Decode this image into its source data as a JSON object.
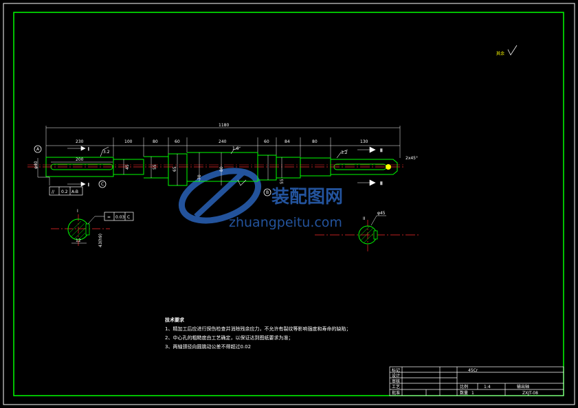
{
  "drawing": {
    "surface_finish_note": "其余",
    "overall_length": "1180",
    "section_labels": {
      "a": "I",
      "b": "II"
    },
    "dimensions": {
      "d_left": "230",
      "d_keyway": "200",
      "d_100": "100",
      "d_80a": "80",
      "d_60": "60",
      "d_mid": "240",
      "d_60b": "60",
      "d_84": "84",
      "d_80b": "80",
      "d_right": "130",
      "v_left": "φ40",
      "v_45": "45",
      "v_55": "55",
      "v_65": "65",
      "v_70": "70",
      "v_80": "80",
      "v_55b": "55",
      "chamfer": "2x45°",
      "roughness_a": "3.2",
      "roughness_b": "1.6",
      "roughness_c": "3.2",
      "section_a_width": "12",
      "section_a_depth": "43(h9)",
      "section_b_dia": "φ45"
    },
    "datum": {
      "a": "A",
      "b": "B",
      "c": "C"
    },
    "tolerance_frames": {
      "runout": {
        "symbol": "//",
        "value": "0.2",
        "datum": "A-B"
      },
      "symmetry": {
        "symbol": "=",
        "value": "0.03",
        "datum": "C"
      }
    }
  },
  "notes": {
    "title": "技术要求",
    "items": [
      "1、精加工后应进行探伤检查并消除残余应力，不允许有裂纹等影响强度和寿命的缺陷；",
      "2、中心孔的粗糙度由工艺确定，以保证达到图纸要求为准；",
      "3、两轴颈径向圆跳动公差不得超过0.02"
    ]
  },
  "title_block": {
    "cells": [
      "标记",
      "设计",
      "审核",
      "工艺",
      "批准"
    ],
    "material": "45Cr",
    "scale_label": "比例",
    "scale": "1:4",
    "part_name": "输出轴",
    "quantity_label": "数量",
    "quantity": "1",
    "drawing_no": "ZXJT-08"
  },
  "watermark": {
    "cn": "装配图网",
    "url": "zhuangpeitu.com"
  }
}
